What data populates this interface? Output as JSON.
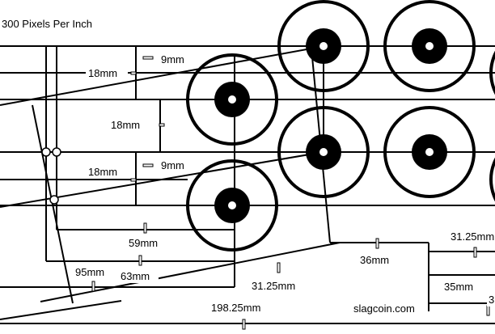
{
  "header": {
    "resolution_label": "300 Pixels Per Inch"
  },
  "dimensions": {
    "d_18mm_a": "18mm",
    "d_9mm_a": "9mm",
    "d_18mm_b": "18mm",
    "d_18mm_c": "18mm",
    "d_9mm_b": "9mm",
    "d_59mm": "59mm",
    "d_95mm": "95mm",
    "d_63mm": "63mm",
    "d_31_25mm_a": "31.25mm",
    "d_36mm": "36mm",
    "d_31_25mm_b": "31.25mm",
    "d_35mm": "35mm",
    "d_partial_3": "3",
    "d_198_25mm": "198.25mm"
  },
  "footer": {
    "credit": "slagcoin.com"
  },
  "colors": {
    "ink": "#000000",
    "paper": "#ffffff"
  },
  "icons": {
    "button": "arcade-button-circle",
    "joint": "hinge-circle"
  }
}
